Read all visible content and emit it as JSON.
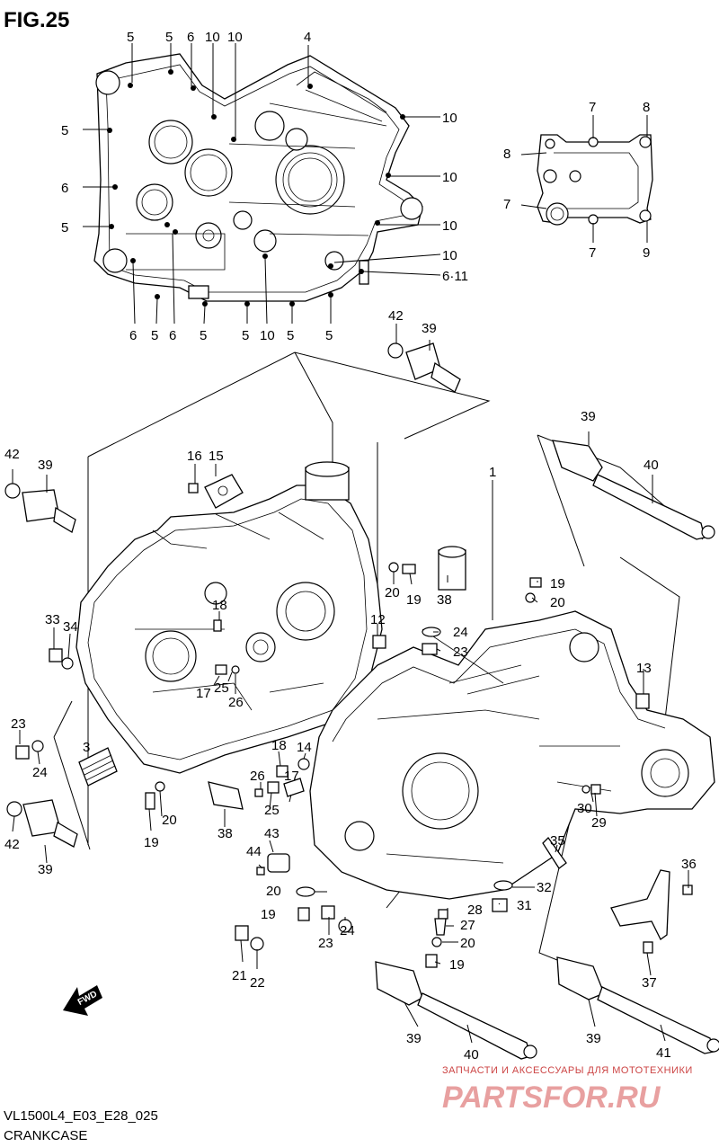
{
  "figure": {
    "title": "FIG.25",
    "model_code": "VL1500L4_E03_E28_025",
    "section_name": "CRANKCASE"
  },
  "watermark": {
    "caption": "ЗАПЧАСТИ И АКСЕССУАРЫ ДЛЯ МОТОТЕХНИКИ",
    "brand": "PARTSFOR.RU"
  },
  "direction_arrow": {
    "label": "FWD"
  },
  "callouts": [
    {
      "label": "5"
    },
    {
      "label": "5"
    },
    {
      "label": "6"
    },
    {
      "label": "10"
    },
    {
      "label": "10"
    },
    {
      "label": "4"
    },
    {
      "label": "5"
    },
    {
      "label": "10"
    },
    {
      "label": "6"
    },
    {
      "label": "10"
    },
    {
      "label": "5"
    },
    {
      "label": "10"
    },
    {
      "label": "10"
    },
    {
      "label": "6·11"
    },
    {
      "label": "6"
    },
    {
      "label": "5"
    },
    {
      "label": "6"
    },
    {
      "label": "5"
    },
    {
      "label": "5"
    },
    {
      "label": "10"
    },
    {
      "label": "5"
    },
    {
      "label": "5"
    },
    {
      "label": "7"
    },
    {
      "label": "8"
    },
    {
      "label": "8"
    },
    {
      "label": "7"
    },
    {
      "label": "7"
    },
    {
      "label": "9"
    },
    {
      "label": "42"
    },
    {
      "label": "39"
    },
    {
      "label": "39"
    },
    {
      "label": "40"
    },
    {
      "label": "42"
    },
    {
      "label": "39"
    },
    {
      "label": "16"
    },
    {
      "label": "15"
    },
    {
      "label": "1"
    },
    {
      "label": "19"
    },
    {
      "label": "20"
    },
    {
      "label": "20"
    },
    {
      "label": "19"
    },
    {
      "label": "38"
    },
    {
      "label": "12"
    },
    {
      "label": "24"
    },
    {
      "label": "23"
    },
    {
      "label": "13"
    },
    {
      "label": "33"
    },
    {
      "label": "34"
    },
    {
      "label": "18"
    },
    {
      "label": "17"
    },
    {
      "label": "25"
    },
    {
      "label": "26"
    },
    {
      "label": "23"
    },
    {
      "label": "24"
    },
    {
      "label": "3"
    },
    {
      "label": "18"
    },
    {
      "label": "14"
    },
    {
      "label": "26"
    },
    {
      "label": "17"
    },
    {
      "label": "25"
    },
    {
      "label": "30"
    },
    {
      "label": "29"
    },
    {
      "label": "20"
    },
    {
      "label": "19"
    },
    {
      "label": "38"
    },
    {
      "label": "42"
    },
    {
      "label": "39"
    },
    {
      "label": "43"
    },
    {
      "label": "44"
    },
    {
      "label": "35"
    },
    {
      "label": "36"
    },
    {
      "label": "32"
    },
    {
      "label": "20"
    },
    {
      "label": "28"
    },
    {
      "label": "31"
    },
    {
      "label": "19"
    },
    {
      "label": "27"
    },
    {
      "label": "24"
    },
    {
      "label": "23"
    },
    {
      "label": "20"
    },
    {
      "label": "21"
    },
    {
      "label": "22"
    },
    {
      "label": "19"
    },
    {
      "label": "37"
    },
    {
      "label": "39"
    },
    {
      "label": "40"
    },
    {
      "label": "39"
    },
    {
      "label": "41"
    }
  ]
}
